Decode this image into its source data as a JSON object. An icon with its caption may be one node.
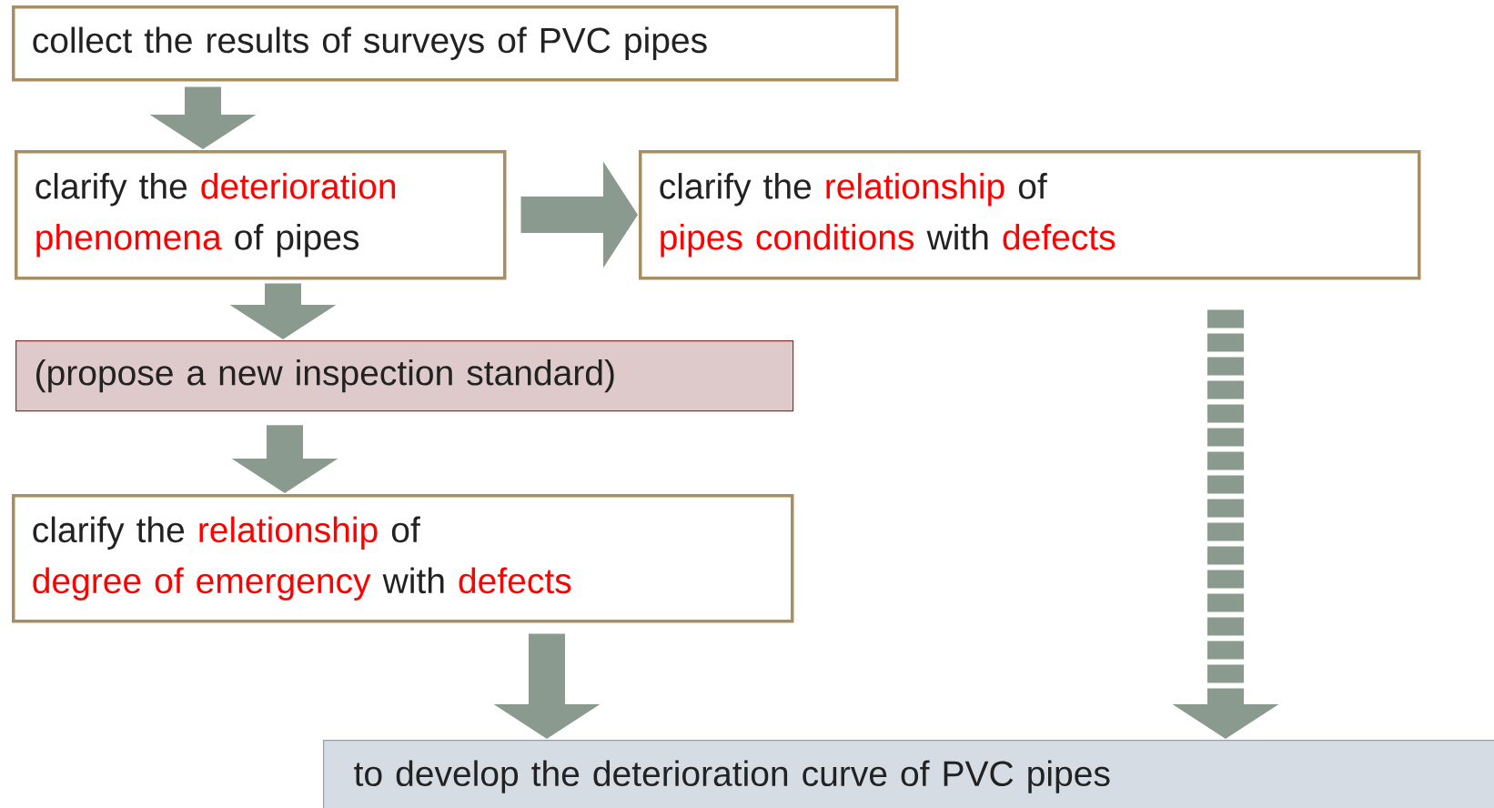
{
  "diagram": {
    "nodes": [
      {
        "text": [
          "collect the results of surveys of PVC pipes"
        ]
      },
      {
        "text": [
          "clarify the",
          "deterioration phenomena",
          "of pipes"
        ]
      },
      {
        "text": [
          "clarify the",
          "relationship",
          "of",
          "pipes conditions",
          "with",
          "defects"
        ]
      },
      {
        "text": [
          "(propose a new inspection standard)"
        ]
      },
      {
        "text": [
          "clarify the",
          "relationship",
          "of",
          "degree of emergency",
          "with",
          "defects"
        ]
      },
      {
        "text": [
          "to develop the deterioration curve of PVC pipes"
        ]
      }
    ],
    "edges": [
      {
        "from": 0,
        "to": 1,
        "arrow": "to"
      },
      {
        "from": 1,
        "to": 2,
        "arrow": "to"
      },
      {
        "from": 1,
        "to": 3,
        "arrow": "to"
      },
      {
        "from": 3,
        "to": 4,
        "arrow": "to"
      },
      {
        "from": 4,
        "to": 5,
        "arrow": "to"
      },
      {
        "from": 2,
        "to": 5,
        "arrow": "to",
        "style": "dashed"
      }
    ]
  }
}
